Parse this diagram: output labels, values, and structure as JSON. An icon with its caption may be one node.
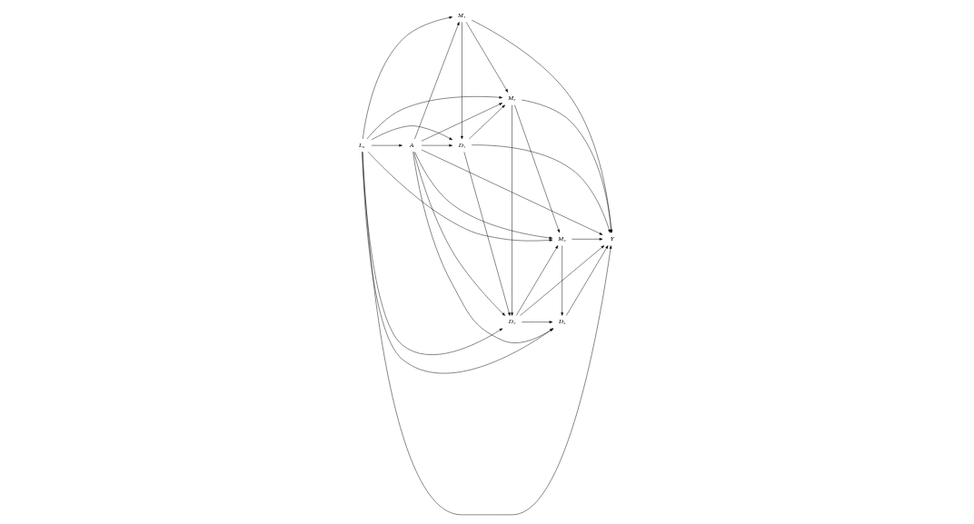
{
  "diagram": {
    "nodes": [
      {
        "text": [
          "L₀"
        ]
      },
      {
        "text": [
          "A"
        ]
      },
      {
        "text": [
          "M₁"
        ]
      },
      {
        "text": [
          "M₂"
        ]
      },
      {
        "text": [
          "M₃"
        ]
      },
      {
        "text": [
          "Y"
        ]
      },
      {
        "text": [
          "D₁"
        ]
      },
      {
        "text": [
          "D₂"
        ]
      },
      {
        "text": [
          "D₃"
        ]
      }
    ],
    "edges": [
      {
        "from": 0,
        "to": 1,
        "arrow": "to"
      },
      {
        "from": 0,
        "to": 2,
        "arrow": "to"
      },
      {
        "from": 0,
        "to": 3,
        "arrow": "to"
      },
      {
        "from": 0,
        "to": 4,
        "arrow": "to"
      },
      {
        "from": 0,
        "to": 5,
        "arrow": "to"
      },
      {
        "from": 0,
        "to": 6,
        "arrow": "to"
      },
      {
        "from": 0,
        "to": 7,
        "arrow": "to"
      },
      {
        "from": 0,
        "to": 8,
        "arrow": "to"
      },
      {
        "from": 1,
        "to": 2,
        "arrow": "to"
      },
      {
        "from": 1,
        "to": 3,
        "arrow": "to"
      },
      {
        "from": 1,
        "to": 4,
        "arrow": "to"
      },
      {
        "from": 1,
        "to": 5,
        "arrow": "to"
      },
      {
        "from": 1,
        "to": 6,
        "arrow": "to"
      },
      {
        "from": 1,
        "to": 7,
        "arrow": "to"
      },
      {
        "from": 1,
        "to": 8,
        "arrow": "to"
      },
      {
        "from": 2,
        "to": 3,
        "arrow": "to"
      },
      {
        "from": 2,
        "to": 6,
        "arrow": "to"
      },
      {
        "from": 2,
        "to": 5,
        "arrow": "to"
      },
      {
        "from": 3,
        "to": 4,
        "arrow": "to"
      },
      {
        "from": 3,
        "to": 7,
        "arrow": "to"
      },
      {
        "from": 3,
        "to": 5,
        "arrow": "to"
      },
      {
        "from": 4,
        "to": 5,
        "arrow": "to"
      },
      {
        "from": 4,
        "to": 8,
        "arrow": "to"
      },
      {
        "from": 6,
        "to": 3,
        "arrow": "to"
      },
      {
        "from": 6,
        "to": 7,
        "arrow": "to"
      },
      {
        "from": 6,
        "to": 5,
        "arrow": "to"
      },
      {
        "from": 7,
        "to": 4,
        "arrow": "to"
      },
      {
        "from": 7,
        "to": 8,
        "arrow": "to"
      },
      {
        "from": 7,
        "to": 5,
        "arrow": "to"
      },
      {
        "from": 8,
        "to": 5,
        "arrow": "to"
      }
    ]
  }
}
